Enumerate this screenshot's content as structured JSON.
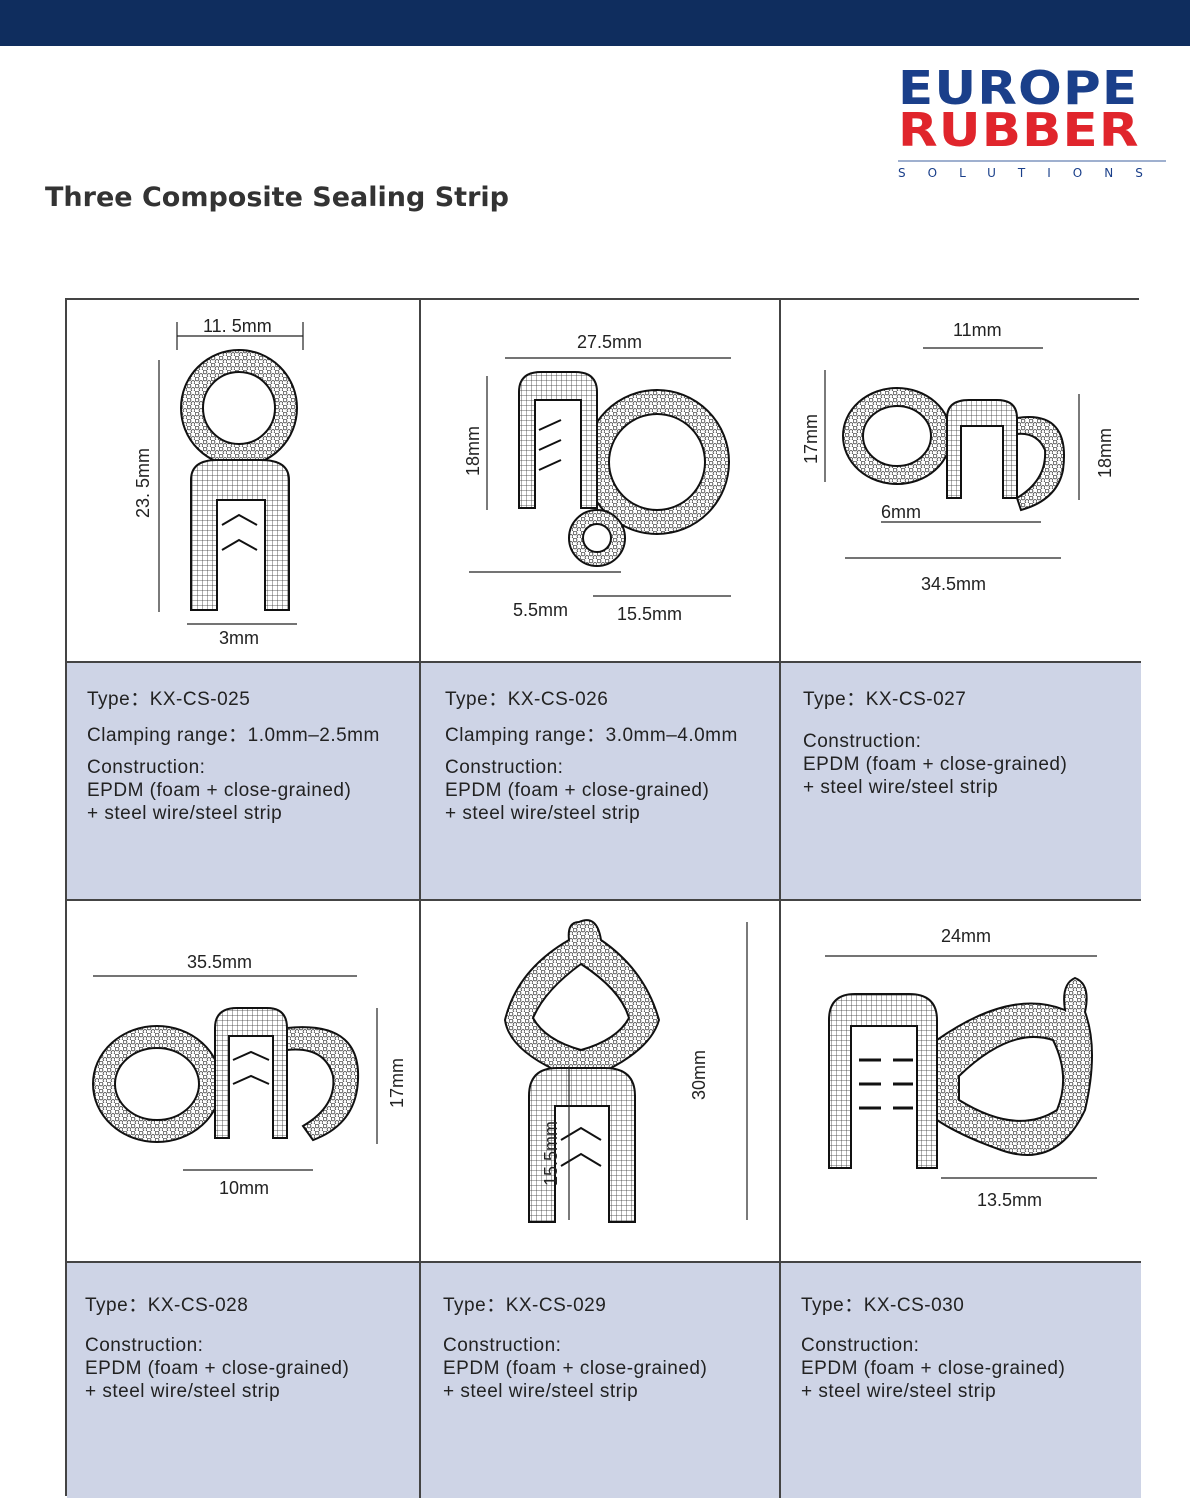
{
  "header": {
    "logo": {
      "line1": "EUROPE",
      "line2": "RUBBER",
      "line3": "SOLUTIONS"
    },
    "title": "Three Composite Sealing Strip"
  },
  "colors": {
    "header_bar": "#0f2d5e",
    "logo_blue": "#1a3f8a",
    "logo_red": "#e0252c",
    "info_bg": "#ced4e6"
  },
  "products": [
    {
      "type": "Type：KX-CS-025",
      "clamping": "Clamping range：1.0mm–2.5mm",
      "construction_label": "Construction:",
      "construction_1": "EPDM (foam + close-grained)",
      "construction_2": "+ steel wire/steel strip",
      "dims": [
        "11. 5mm",
        "23. 5mm",
        "3mm"
      ]
    },
    {
      "type": "Type：KX-CS-026",
      "clamping": "Clamping range：3.0mm–4.0mm",
      "construction_label": "Construction:",
      "construction_1": "EPDM (foam + close-grained)",
      "construction_2": "+ steel wire/steel strip",
      "dims": [
        "27.5mm",
        "18mm",
        "5.5mm",
        "15.5mm"
      ]
    },
    {
      "type": "Type：KX-CS-027",
      "construction_label": "Construction:",
      "construction_1": "EPDM (foam + close-grained)",
      "construction_2": "+ steel wire/steel strip",
      "dims": [
        "11mm",
        "17mm",
        "18mm",
        "6mm",
        "34.5mm"
      ]
    },
    {
      "type": "Type：KX-CS-028",
      "construction_label": "Construction:",
      "construction_1": "EPDM (foam + close-grained)",
      "construction_2": "+ steel wire/steel strip",
      "dims": [
        "35.5mm",
        "17mm",
        "10mm"
      ]
    },
    {
      "type": "Type：KX-CS-029",
      "construction_label": "Construction:",
      "construction_1": "EPDM (foam + close-grained)",
      "construction_2": "+ steel wire/steel strip",
      "dims": [
        "30mm",
        "15.5mm"
      ]
    },
    {
      "type": "Type：KX-CS-030",
      "construction_label": "Construction:",
      "construction_1": "EPDM (foam + close-grained)",
      "construction_2": "+ steel wire/steel strip",
      "dims": [
        "24mm",
        "13.5mm"
      ]
    }
  ]
}
